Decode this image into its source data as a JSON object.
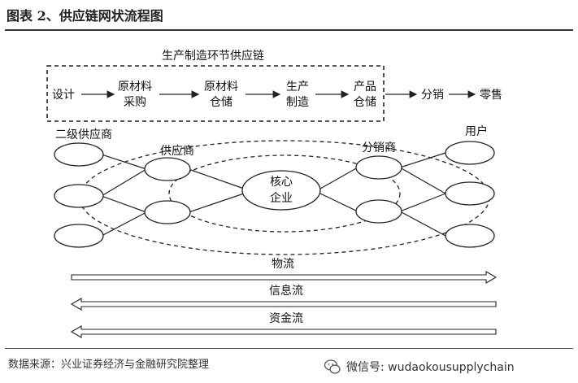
{
  "title": "图表 2、供应链网状流程图",
  "source": "数据来源：兴业证券经济与金融研究院整理",
  "watermark": "微信号: wudaokousupplychain",
  "chain": {
    "box_label": "生产制造环节供应链",
    "steps": [
      {
        "line1": "设计",
        "line2": ""
      },
      {
        "line1": "原材料",
        "line2": "采购"
      },
      {
        "line1": "原材料",
        "line2": "仓储"
      },
      {
        "line1": "生产",
        "line2": "制造"
      },
      {
        "line1": "产品",
        "line2": "仓储"
      },
      {
        "line1": "分销",
        "line2": ""
      },
      {
        "line1": "零售",
        "line2": ""
      }
    ]
  },
  "network": {
    "tier2_supplier": "二级供应商",
    "supplier": "供应商",
    "core_line1": "核心",
    "core_line2": "企业",
    "distributor": "分销商",
    "user": "用户"
  },
  "flows": [
    {
      "label": "物流",
      "direction": "right"
    },
    {
      "label": "信息流",
      "direction": "left"
    },
    {
      "label": "资金流",
      "direction": "left"
    }
  ]
}
